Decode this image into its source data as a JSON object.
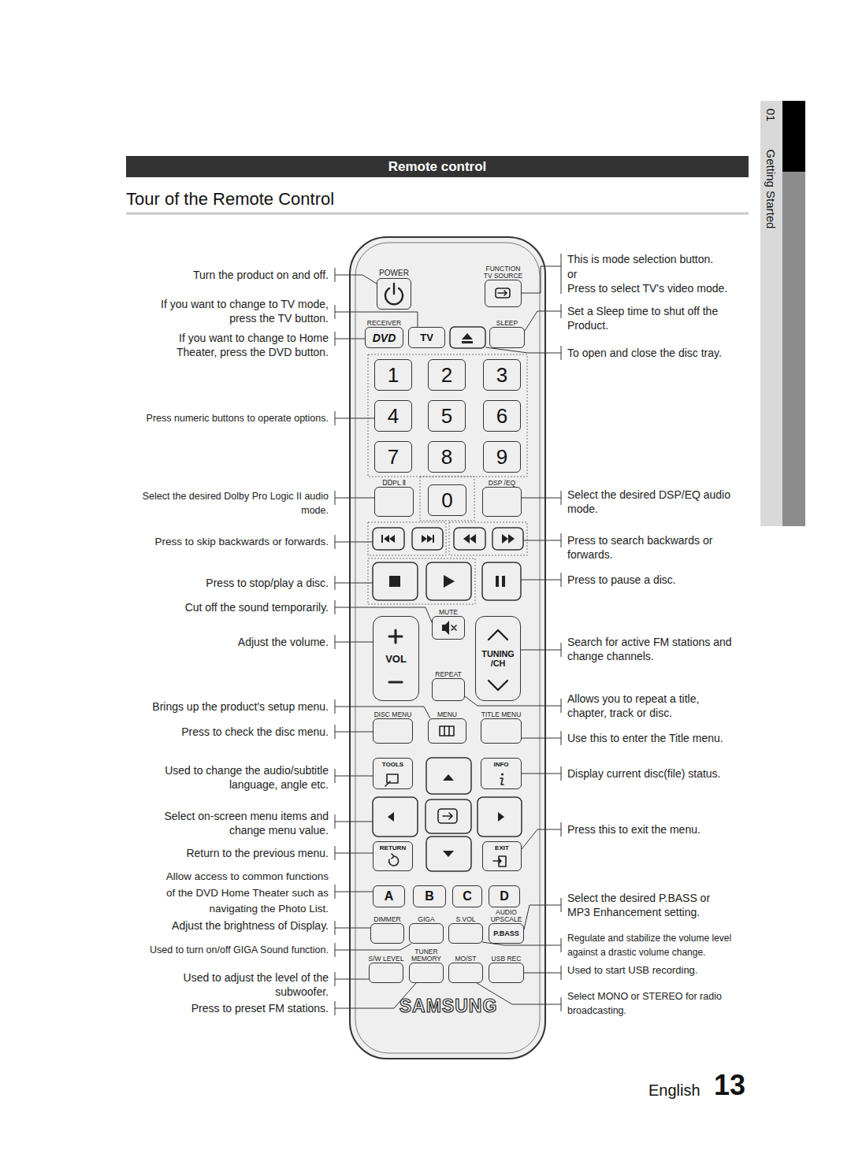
{
  "diagram": {
    "title": "Tour of the Remote Control",
    "nodes": [
      {
        "text": [
          "Remote control"
        ]
      },
      {
        "text": [
          "SAMSUNG"
        ]
      },
      {
        "text": [
          "POWER"
        ],
        "in": 1
      },
      {
        "text": [
          "FUNCTION TV SOURCE"
        ],
        "in": 1
      },
      {
        "text": [
          "RECEIVER",
          "DVD"
        ],
        "in": 1
      },
      {
        "text": [
          "TV"
        ],
        "in": 1
      },
      {
        "text": [
          "SLEEP"
        ],
        "in": 1
      },
      {
        "text": [
          "1"
        ],
        "in": 1
      },
      {
        "text": [
          "2"
        ],
        "in": 1
      },
      {
        "text": [
          "3"
        ],
        "in": 1
      },
      {
        "text": [
          "4"
        ],
        "in": 1
      },
      {
        "text": [
          "5"
        ],
        "in": 1
      },
      {
        "text": [
          "6"
        ],
        "in": 1
      },
      {
        "text": [
          "7"
        ],
        "in": 1
      },
      {
        "text": [
          "8"
        ],
        "in": 1
      },
      {
        "text": [
          "9"
        ],
        "in": 1
      },
      {
        "text": [
          "ⅮⅮPL Ⅱ"
        ],
        "in": 1
      },
      {
        "text": [
          "0"
        ],
        "in": 1
      },
      {
        "text": [
          "DSP /EQ"
        ],
        "in": 1
      },
      {
        "text": [
          "MUTE"
        ],
        "in": 1
      },
      {
        "text": [
          "VOL"
        ],
        "in": 1
      },
      {
        "text": [
          "TUNING /CH"
        ],
        "in": 1
      },
      {
        "text": [
          "REPEAT"
        ],
        "in": 1
      },
      {
        "text": [
          "DISC MENU"
        ],
        "in": 1
      },
      {
        "text": [
          "MENU"
        ],
        "in": 1
      },
      {
        "text": [
          "TITLE MENU"
        ],
        "in": 1
      },
      {
        "text": [
          "TOOLS"
        ],
        "in": 1
      },
      {
        "text": [
          "INFO"
        ],
        "in": 1
      },
      {
        "text": [
          "RETURN"
        ],
        "in": 1
      },
      {
        "text": [
          "EXIT"
        ],
        "in": 1
      },
      {
        "text": [
          "A"
        ],
        "in": 1
      },
      {
        "text": [
          "B"
        ],
        "in": 1
      },
      {
        "text": [
          "C"
        ],
        "in": 1
      },
      {
        "text": [
          "D"
        ],
        "in": 1
      },
      {
        "text": [
          "DIMMER"
        ],
        "in": 1
      },
      {
        "text": [
          "GIGA"
        ],
        "in": 1
      },
      {
        "text": [
          "S.VOL"
        ],
        "in": 1
      },
      {
        "text": [
          "AUDIO UPSCALE",
          "P.BASS"
        ],
        "in": 1
      },
      {
        "text": [
          "S/W LEVEL"
        ],
        "in": 1
      },
      {
        "text": [
          "TUNER MEMORY"
        ],
        "in": 1
      },
      {
        "text": [
          "MO/ST"
        ],
        "in": 1
      },
      {
        "text": [
          "USB REC"
        ],
        "in": 1
      }
    ],
    "labels": [
      "01",
      "Getting Started",
      "Turn the product on and off.",
      "If you want to change to TV mode, press the TV button.",
      "If you want to change to Home Theater, press the DVD button.",
      "Press numeric buttons to operate options.",
      "Select the desired Dolby Pro Logic II audio mode.",
      "Press to skip backwards or forwards.",
      "Press to stop/play a disc.",
      "Cut off the sound temporarily.",
      "Adjust the volume.",
      "Brings up the product's setup menu.",
      "Press to check the disc menu.",
      "Used to change the audio/subtitle language, angle etc.",
      "Select on-screen menu items and change menu value.",
      "Return to the previous menu.",
      "Allow access to common functions of the DVD Home Theater such as navigating the Photo List.",
      "Adjust the brightness of Display.",
      "Used to turn on/off GIGA Sound function.",
      "Used to adjust the level of the subwoofer.",
      "Press to preset FM stations.",
      "This is mode selection button.",
      "or",
      "Press to select TV's video mode.",
      "Set a Sleep time to shut off the Product.",
      "To open and close the disc tray.",
      "Select the desired DSP/EQ audio mode.",
      "Press to search backwards or forwards.",
      "Press to pause a disc.",
      "Search for active FM stations and change channels.",
      "Allows you to repeat a title, chapter, track or disc.",
      "Use this to enter the Title menu.",
      "Display current disc(file) status.",
      "Press this to exit the menu.",
      "Select the desired P.BASS or MP3 Enhancement setting.",
      "Regulate and stabilize the volume level against a drastic volume change.",
      "Used to start USB recording.",
      "Select MONO or STEREO for radio broadcasting.",
      "English",
      "13"
    ]
  }
}
